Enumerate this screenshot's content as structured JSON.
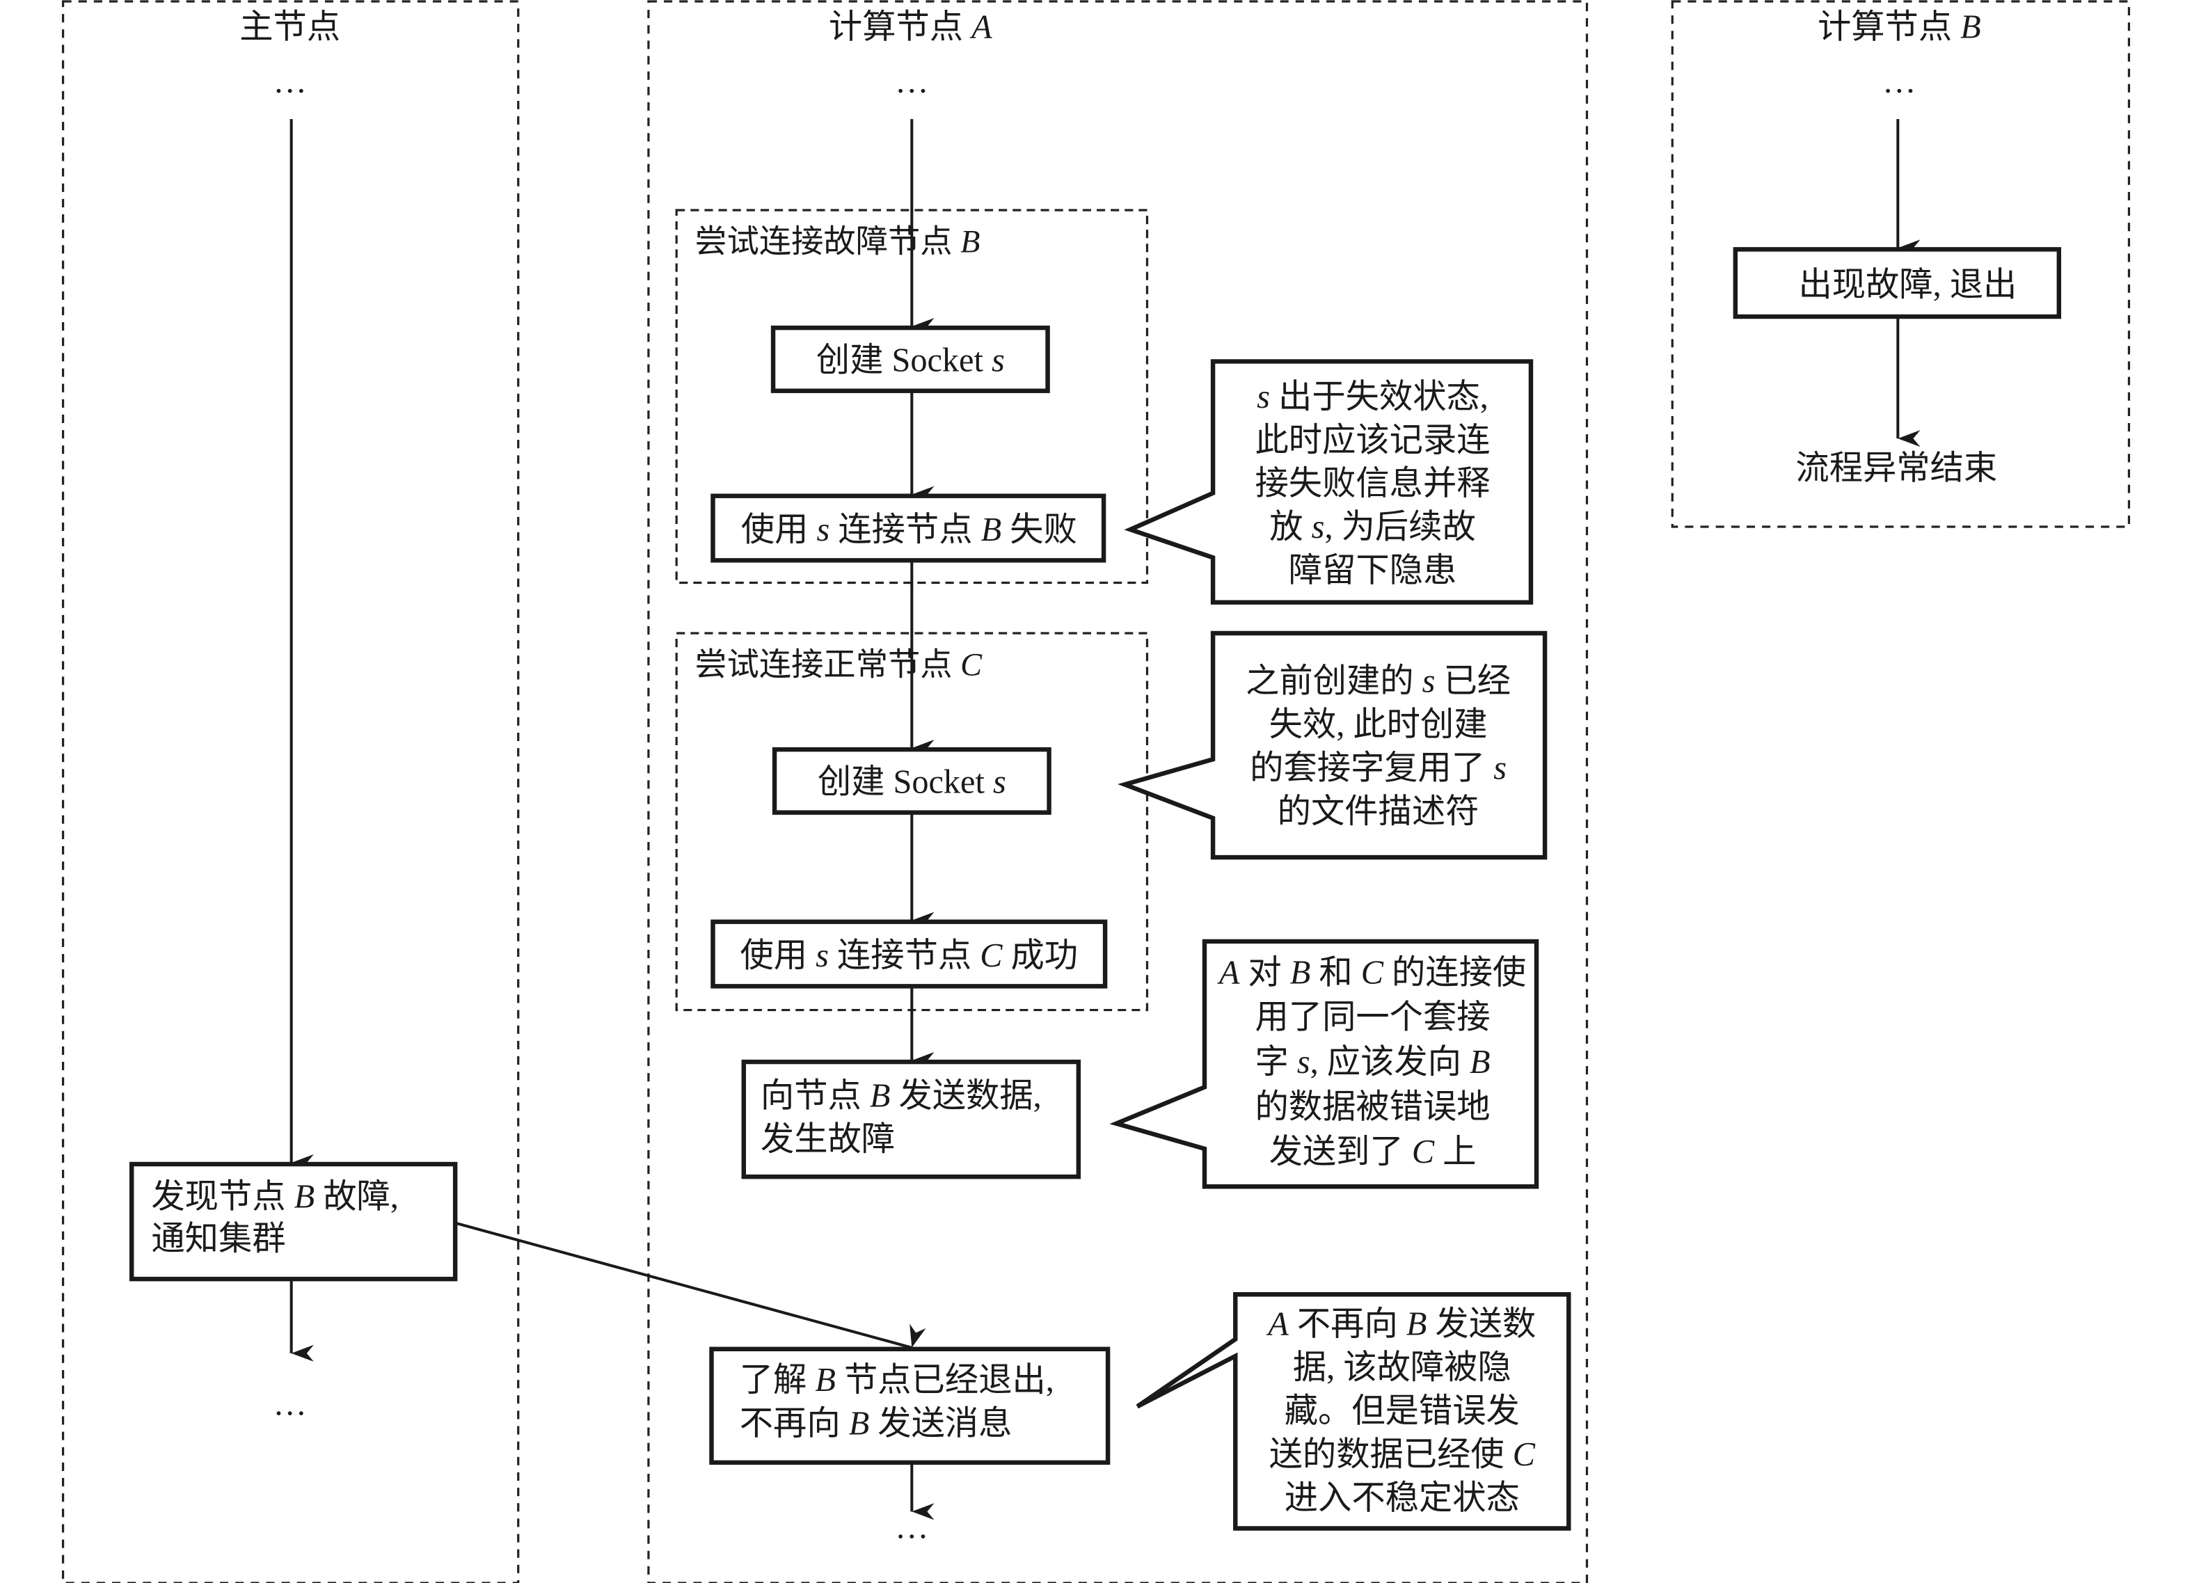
{
  "lanes": {
    "master": {
      "title": "主节点",
      "top_ellipsis": "…",
      "bottom_ellipsis": "…"
    },
    "nodeA": {
      "title_cn": "计算节点 ",
      "title_var": "A",
      "top_ellipsis": "…",
      "bottom_ellipsis": "…"
    },
    "nodeB": {
      "title_cn": "计算节点 ",
      "title_var": "B",
      "top_ellipsis": "…",
      "end_label": "流程异常结束"
    }
  },
  "groups": {
    "connect_faulty": {
      "title_cn": "尝试连接故障节点 ",
      "title_var": "B"
    },
    "connect_normal": {
      "title_cn": "尝试连接正常节点 ",
      "title_var": "C"
    }
  },
  "boxes": {
    "create_socket_1": {
      "cn": "创建 Socket ",
      "var": "s"
    },
    "connect_b_fail": {
      "p1": "使用 ",
      "v1": "s",
      "p2": " 连接节点 ",
      "v2": "B",
      "p3": " 失败"
    },
    "create_socket_2": {
      "cn": "创建 Socket ",
      "var": "s"
    },
    "connect_c_ok": {
      "p1": "使用 ",
      "v1": "s",
      "p2": " 连接节点 ",
      "v2": "C",
      "p3": " 成功"
    },
    "send_to_b": {
      "l1a": "向节点 ",
      "l1v": "B",
      "l1b": " 发送数据,",
      "l2": "发生故障"
    },
    "learn_b_exit": {
      "l1a": "了解 ",
      "l1v": "B",
      "l1b": " 节点已经退出,",
      "l2a": "不再向 ",
      "l2v": "B",
      "l2b": " 发送消息"
    },
    "detect_b_fault": {
      "l1a": "发现节点 ",
      "l1v": "B",
      "l1b": " 故障,",
      "l2": "通知集群"
    },
    "b_fault_exit": {
      "text": "出现故障, 退出"
    }
  },
  "callouts": {
    "c1": {
      "lines": [
        [
          {
            "i": "s"
          },
          {
            "t": " 出于失效状态,"
          }
        ],
        [
          {
            "t": "此时应该记录连"
          }
        ],
        [
          {
            "t": "接失败信息并释"
          }
        ],
        [
          {
            "t": "放 "
          },
          {
            "i": "s"
          },
          {
            "t": ", 为后续故"
          }
        ],
        [
          {
            "t": "障留下隐患"
          }
        ]
      ]
    },
    "c2": {
      "lines": [
        [
          {
            "t": "之前创建的 "
          },
          {
            "i": "s"
          },
          {
            "t": " 已经"
          }
        ],
        [
          {
            "t": "失效, 此时创建"
          }
        ],
        [
          {
            "t": "的套接字复用了 "
          },
          {
            "i": "s"
          }
        ],
        [
          {
            "t": "的文件描述符"
          }
        ]
      ]
    },
    "c3": {
      "lines": [
        [
          {
            "i": "A"
          },
          {
            "t": " 对 "
          },
          {
            "i": "B"
          },
          {
            "t": " 和 "
          },
          {
            "i": "C"
          },
          {
            "t": " 的连接使"
          }
        ],
        [
          {
            "t": "用了同一个套接"
          }
        ],
        [
          {
            "t": "字 "
          },
          {
            "i": "s"
          },
          {
            "t": ", 应该发向 "
          },
          {
            "i": "B"
          }
        ],
        [
          {
            "t": "的数据被错误地"
          }
        ],
        [
          {
            "t": "发送到了 "
          },
          {
            "i": "C"
          },
          {
            "t": " 上"
          }
        ]
      ]
    },
    "c4": {
      "lines": [
        [
          {
            "i": "A"
          },
          {
            "t": " 不再向 "
          },
          {
            "i": "B"
          },
          {
            "t": " 发送数"
          }
        ],
        [
          {
            "t": "据, 该故障被隐"
          }
        ],
        [
          {
            "t": "藏。但是错误发"
          }
        ],
        [
          {
            "t": "送的数据已经使 "
          },
          {
            "i": "C"
          }
        ],
        [
          {
            "t": "进入不稳定状态"
          }
        ]
      ]
    }
  }
}
